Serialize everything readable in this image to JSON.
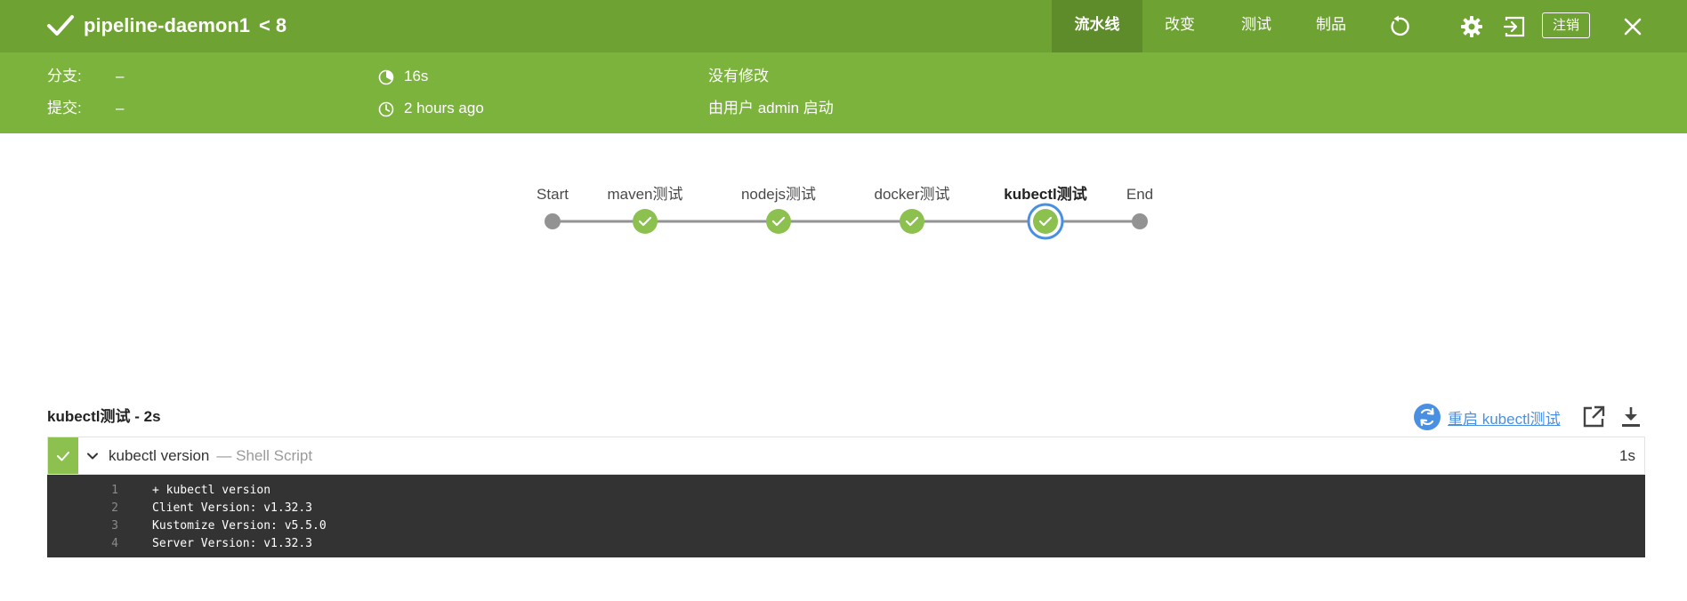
{
  "header": {
    "pipeline_name": "pipeline-daemon1",
    "run_number": "8",
    "tabs": [
      "流水线",
      "改变",
      "测试",
      "制品"
    ],
    "active_tab": "流水线",
    "logout_label": "注销"
  },
  "info": {
    "branch_label": "分支:",
    "branch_value": "–",
    "commit_label": "提交:",
    "commit_value": "–",
    "duration": "16s",
    "time_ago": "2 hours ago",
    "changes": "没有修改",
    "started_by": "由用户 admin 启动"
  },
  "pipeline": {
    "stages": [
      {
        "label": "Start",
        "status": "start"
      },
      {
        "label": "maven测试",
        "status": "success"
      },
      {
        "label": "nodejs测试",
        "status": "success"
      },
      {
        "label": "docker测试",
        "status": "success"
      },
      {
        "label": "kubectl测试",
        "status": "success"
      },
      {
        "label": "End",
        "status": "end"
      }
    ],
    "selected_stage": "kubectl测试"
  },
  "stage_detail": {
    "title": "kubectl测试 - 2s",
    "restart_label": "重启 kubectl测试",
    "step": {
      "name": "kubectl version",
      "type": "— Shell Script",
      "duration": "1s"
    },
    "log": [
      {
        "num": "1",
        "text": "+ kubectl version"
      },
      {
        "num": "2",
        "text": "Client Version: v1.32.3"
      },
      {
        "num": "3",
        "text": "Kustomize Version: v5.5.0"
      },
      {
        "num": "4",
        "text": "Server Version: v1.32.3"
      }
    ]
  },
  "colors": {
    "header_bg": "#6ea232",
    "infobar_bg": "#7cb33d",
    "success": "#8cc04f",
    "selected_ring": "#4a90e2",
    "link": "#4a90e2",
    "log_bg": "#333333"
  },
  "icons": {
    "status": "check-icon",
    "replay": "replay-icon",
    "settings": "gear-icon",
    "open_classic": "exit-icon",
    "close": "close-icon",
    "duration": "stopwatch-icon",
    "time": "clock-icon",
    "restart": "refresh-icon",
    "open_external": "external-link-icon",
    "download": "download-icon",
    "expand": "chevron-down-icon"
  }
}
